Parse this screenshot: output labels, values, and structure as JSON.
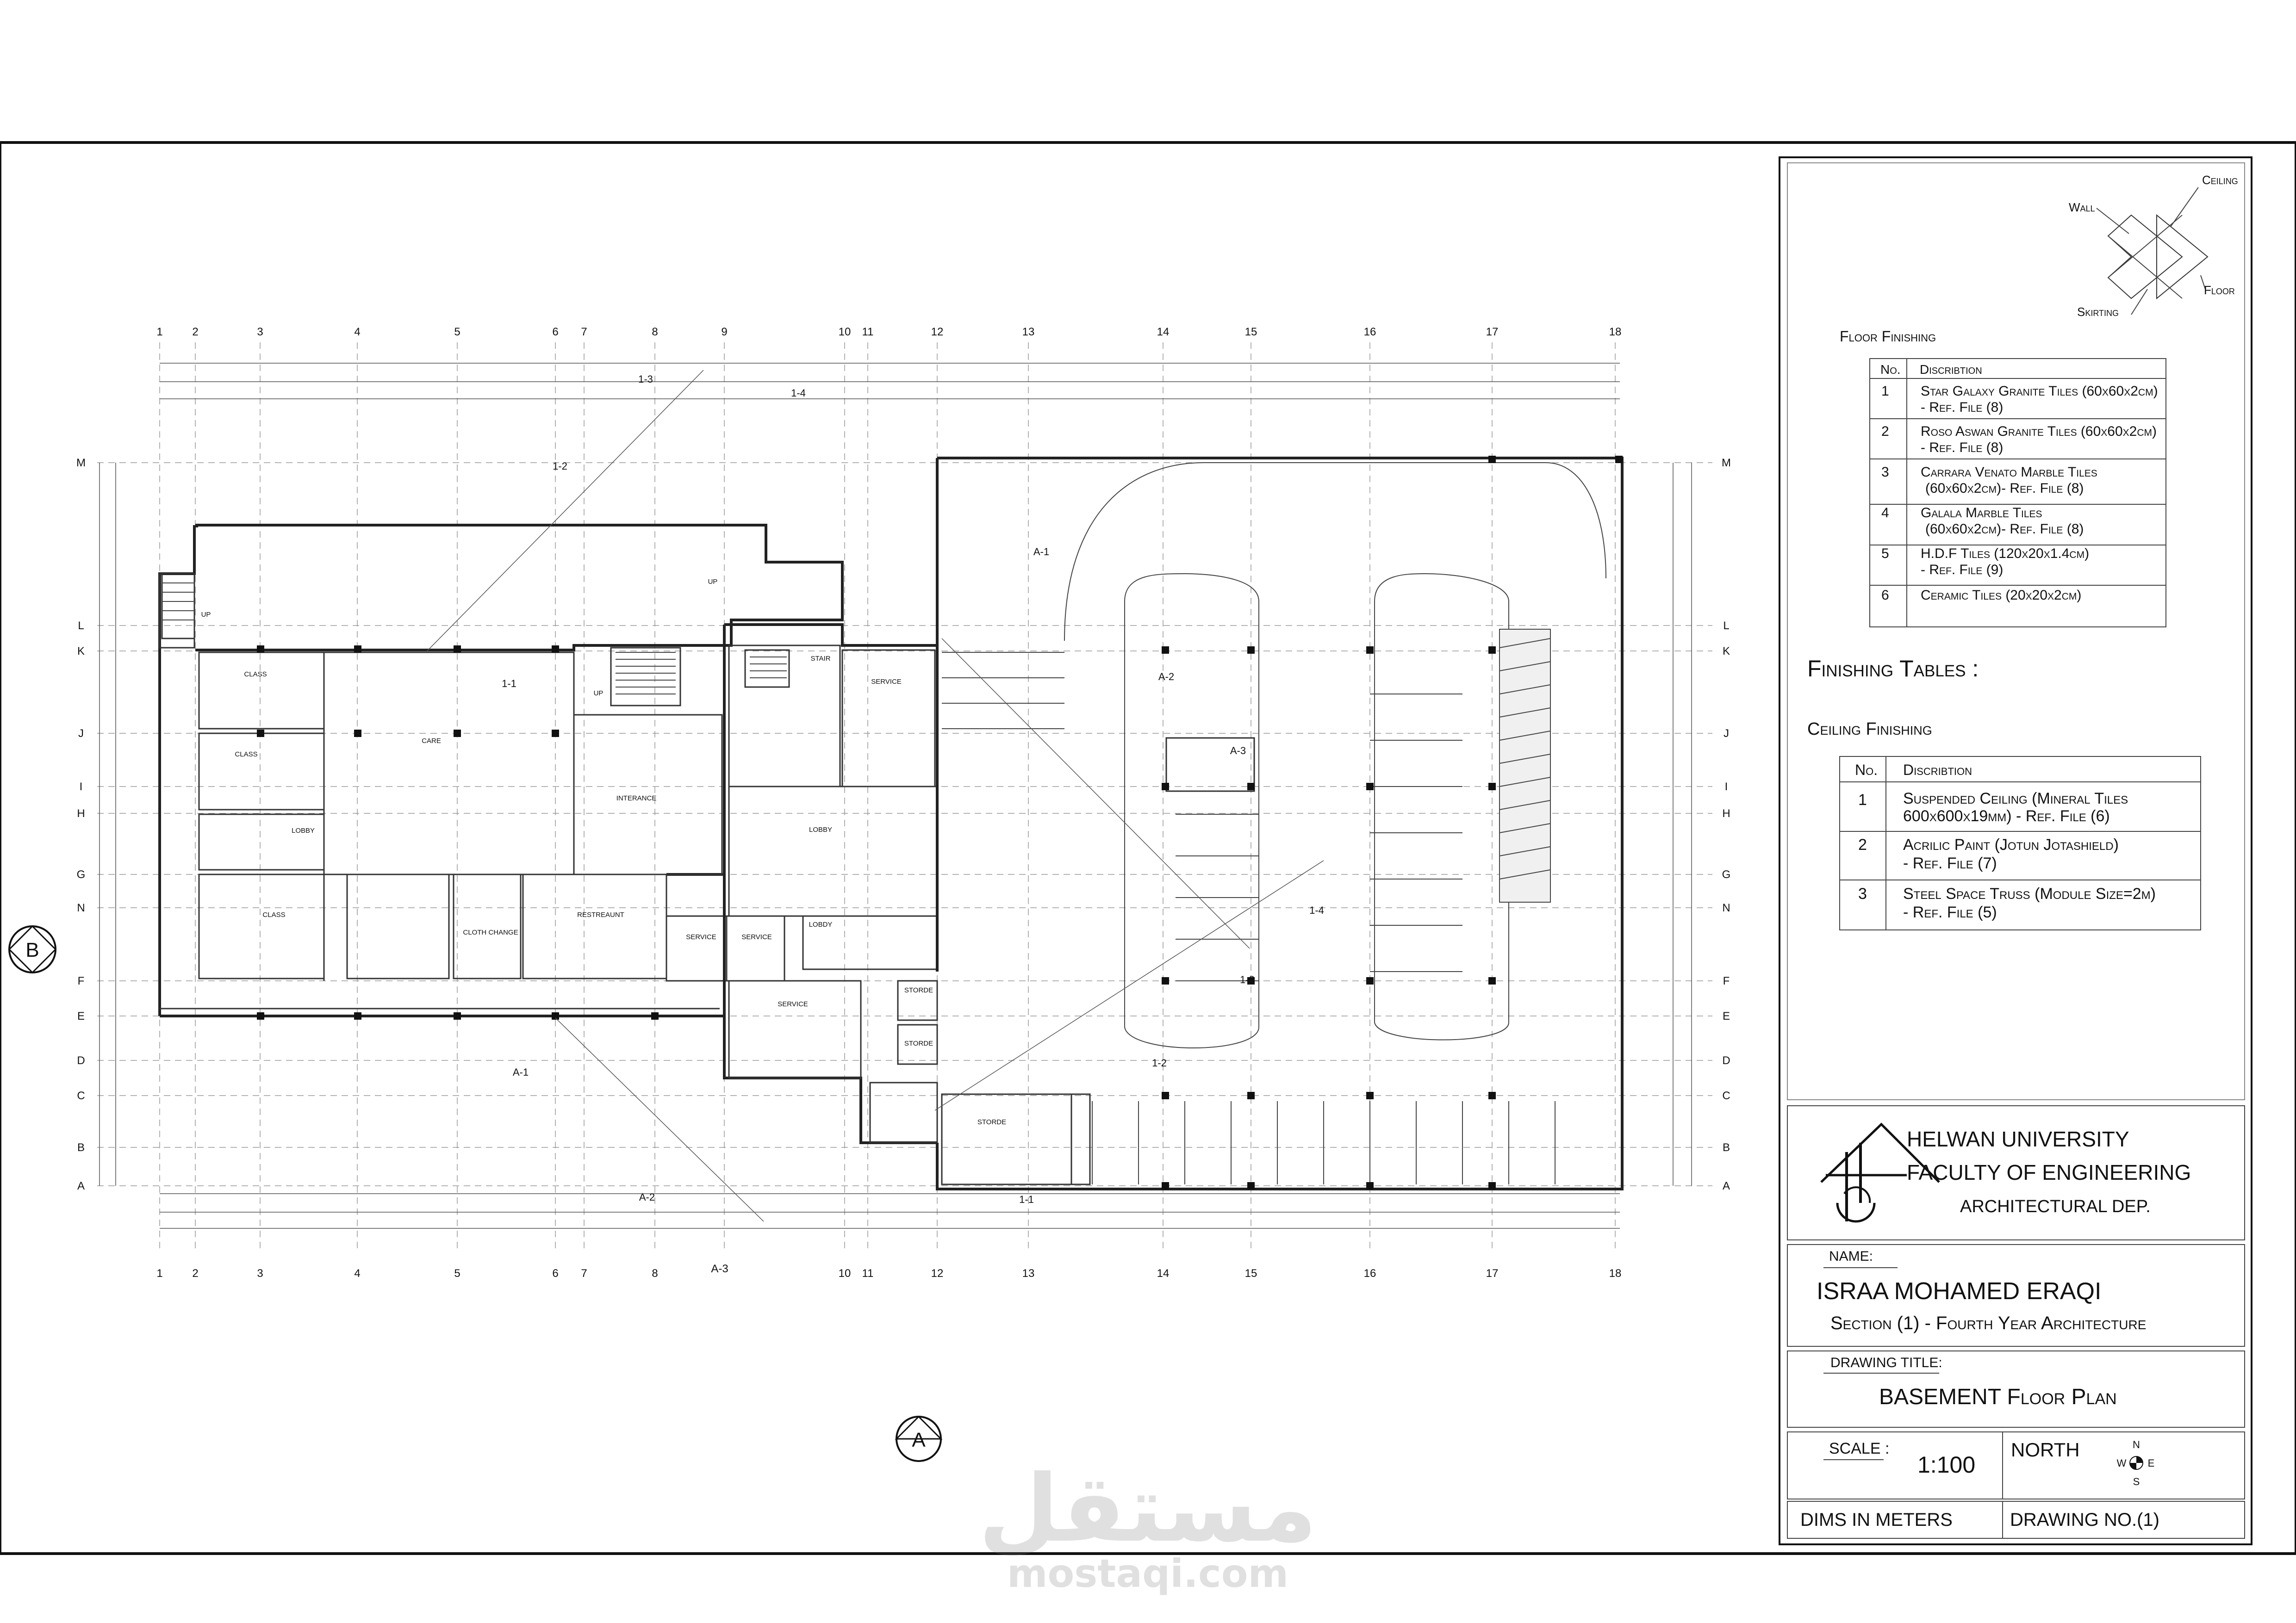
{
  "plan": {
    "grid_columns": [
      "1",
      "2",
      "3",
      "4",
      "5",
      "6",
      "7",
      "8",
      "9",
      "10",
      "11",
      "12",
      "13",
      "14",
      "15",
      "16",
      "17",
      "18"
    ],
    "grid_rows": [
      "M",
      "L",
      "K",
      "J",
      "I",
      "H",
      "G",
      "N",
      "F",
      "E",
      "D",
      "C",
      "B",
      "A"
    ],
    "section_lines": [
      "1-1",
      "1-2",
      "1-3",
      "1-4",
      "A-1",
      "A-2",
      "A-3"
    ],
    "rooms": {
      "class_1": "CLASS",
      "class_2": "CLASS",
      "class_3": "CLASS",
      "care": "CARE",
      "lobby_small": "LOBBY",
      "cloth_change": "CLOTH CHANGE",
      "restaurant": "RESTREAUNT",
      "interance": "INTERANCE",
      "stair": "STAIR",
      "service_1": "SERVICE",
      "service_2": "SERVICE",
      "service_3": "SERVICE",
      "service_4": "SERVICE",
      "lobby_main": "LOBBY",
      "lobdy": "LOBDY",
      "storde_1": "STORDE",
      "storde_2": "STORDE",
      "storde_3": "STORDE",
      "up_1": "UP",
      "up_2": "UP",
      "up_3": "UP"
    },
    "marker_b": "B",
    "marker_a": "A"
  },
  "legend": {
    "ceiling": "Ceiling",
    "wall": "Wall",
    "floor": "Floor",
    "skirting": "Skirting"
  },
  "floor_finishing": {
    "title": "Floor Finishing",
    "headers": [
      "No.",
      "Discribtion"
    ],
    "rows": [
      {
        "no": "1",
        "line1": "Star Galaxy Granite Tiles (60x60x2cm)",
        "line2": "- Ref. File (8)"
      },
      {
        "no": "2",
        "line1": "Roso Aswan Granite Tiles (60x60x2cm)",
        "line2": "- Ref. File (8)"
      },
      {
        "no": "3",
        "line1": "Carrara Venato Marble Tiles",
        "line2": "(60x60x2cm)- Ref. File (8)"
      },
      {
        "no": "4",
        "line1": "Galala Marble Tiles",
        "line2": "(60x60x2cm)- Ref. File (8)"
      },
      {
        "no": "5",
        "line1": "H.D.F Tiles (120x20x1.4cm)",
        "line2": "- Ref. File (9)"
      },
      {
        "no": "6",
        "line1": "Ceramic Tiles (20x20x2cm)",
        "line2": ""
      }
    ]
  },
  "finishing_tables_title": "Finishing Tables :",
  "ceiling_finishing": {
    "title": "Ceiling Finishing",
    "headers": [
      "No.",
      "Discribtion"
    ],
    "rows": [
      {
        "no": "1",
        "line1": "Suspended Ceiling (Mineral Tiles",
        "line2": "600x600x19mm) - Ref. File (6)"
      },
      {
        "no": "2",
        "line1": "Acrilic Paint (Jotun Jotashield)",
        "line2": "- Ref. File (7)"
      },
      {
        "no": "3",
        "line1": "Steel Space Truss (Module Size=2m)",
        "line2": "- Ref. File (5)"
      }
    ]
  },
  "title_block": {
    "university": "HELWAN UNIVERSITY",
    "faculty": "FACULTY OF ENGINEERING",
    "department": "ARCHITECTURAL DEP.",
    "name_label": "NAME:",
    "name": "ISRAA MOHAMED ERAQI",
    "section": "Section (1) - Fourth Year Architecture",
    "drawing_title_label": "DRAWING TITLE:",
    "drawing_title": "BASEMENT Floor Plan",
    "scale_label": "SCALE :",
    "scale": "1:100",
    "north_label": "NORTH",
    "compass_n": "N",
    "compass_s": "S",
    "compass_e": "E",
    "compass_w": "W",
    "dims": "DIMS IN METERS",
    "drawing_no": "DRAWING NO.(1)"
  },
  "watermark": {
    "arabic": "مستقل",
    "latin": "mostaqi.com"
  }
}
